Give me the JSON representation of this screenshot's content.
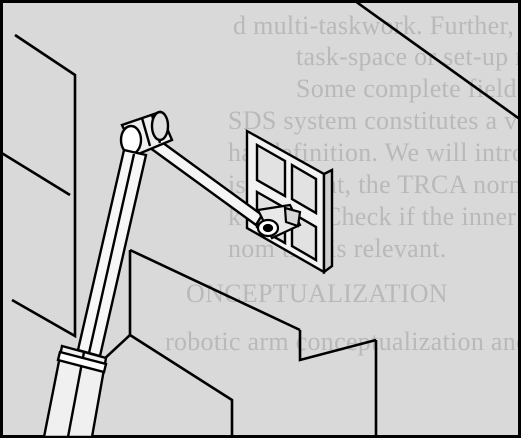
{
  "background_text": {
    "lines": [
      "d multi-taskwork. Further, if the whol",
      "task-space or set-up manually to pro",
      "Some complete field tasks without",
      "SDS system constitutes a very valid, t",
      "hat definition. We will introduce SD",
      "is apparent, the TRCA normal use",
      "k forms. Check if the inner loop not",
      "nom that is relevant.",
      "ONCEPTUALIZATION",
      "robotic arm conceptualization and"
    ]
  },
  "colors": {
    "page": "#d9d9d9",
    "faded_text": "#b9b9b9",
    "ink": "#000000",
    "panel_light": "#f2f2f2"
  },
  "illustration": {
    "subject": "telescoping robotic arm with gripper holding a window frame on a wall"
  }
}
